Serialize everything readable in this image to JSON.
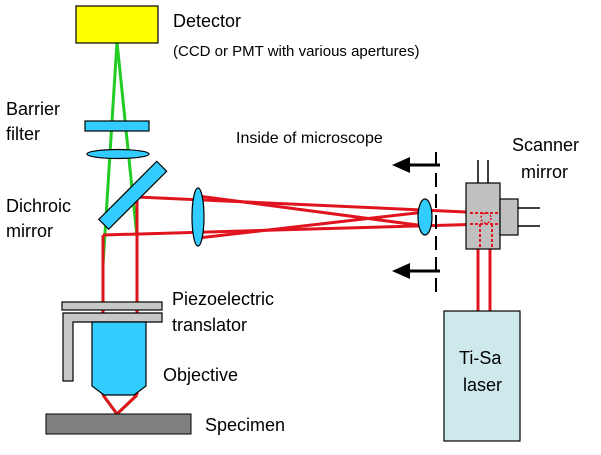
{
  "labels": {
    "detector": "Detector",
    "detector_note": "(CCD or PMT with various apertures)",
    "barrier_filter_1": "Barrier",
    "barrier_filter_2": "filter",
    "inside_microscope": "Inside of microscope",
    "scanner_mirror_1": "Scanner",
    "scanner_mirror_2": "mirror",
    "dichroic_mirror_1": "Dichroic",
    "dichroic_mirror_2": "mirror",
    "piezo_1": "Piezoelectric",
    "piezo_2": "translator",
    "objective": "Objective",
    "specimen": "Specimen",
    "laser_1": "Ti-Sa",
    "laser_2": "laser"
  },
  "colors": {
    "detector_fill": "#ffff00",
    "optics_fill": "#33ccff",
    "laser_box_fill": "#cde9ec",
    "scanner_fill": "#c0c0c0",
    "translator_fill": "#c8c8c8",
    "specimen_fill": "#808080",
    "excitation_beam": "#e0141e",
    "emission_beam": "#22cc22"
  }
}
